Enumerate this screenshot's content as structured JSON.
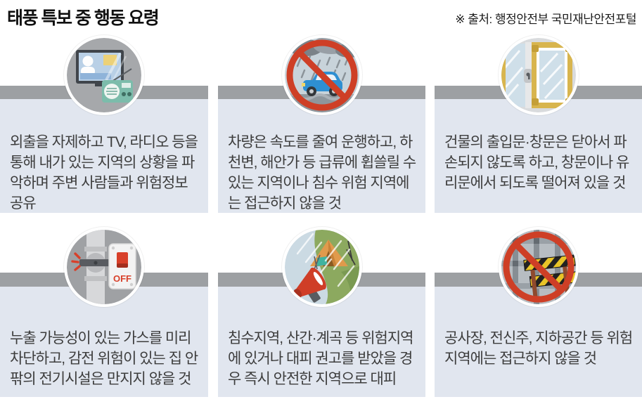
{
  "header": {
    "title": "태풍 특보 중 행동 요령",
    "source": "※ 출처: 행정안전부 국민재난안전포털"
  },
  "panels": [
    {
      "icon": "tv-radio-icon",
      "text": "외출을 자제하고 TV, 라디오 등을 통해 내가 있는 지역의 상황을 파악하며 주변 사람들과 위험정보 공유"
    },
    {
      "icon": "no-driving-icon",
      "text": "차량은 속도를 줄여 운행하고, 하천변, 해안가 등 급류에 휩쓸릴 수 있는 지역이나 침수 위험 지역에는 접근하지 않을 것"
    },
    {
      "icon": "closed-window-icon",
      "text": "건물의 출입문·창문은 닫아서 파손되지 않도록 하고, 창문이나 유리문에서 되도록 떨어져 있을 것"
    },
    {
      "icon": "gas-valve-off-icon",
      "text": "누출 가능성이 있는 가스를 미리 차단하고, 감전 위험이 있는 집 안팎의 전기시설은 만지지 않을 것"
    },
    {
      "icon": "evacuation-alert-icon",
      "text": "침수지역, 산간·계곡 등 위험지역에 있거나 대피 권고를 받았을 경우 즉시 안전한 지역으로 대피"
    },
    {
      "icon": "no-construction-site-icon",
      "text": "공사장, 전신주, 지하공간 등 위험지역에는 접근하지 않을 것"
    }
  ],
  "icon_labels": {
    "off": "OFF"
  },
  "colors": {
    "bar_gray": "#9da0a3",
    "panel_bg": "#e1e6ef",
    "prohibition_red": "#ce3f26",
    "body_text": "#3d3d3d"
  }
}
